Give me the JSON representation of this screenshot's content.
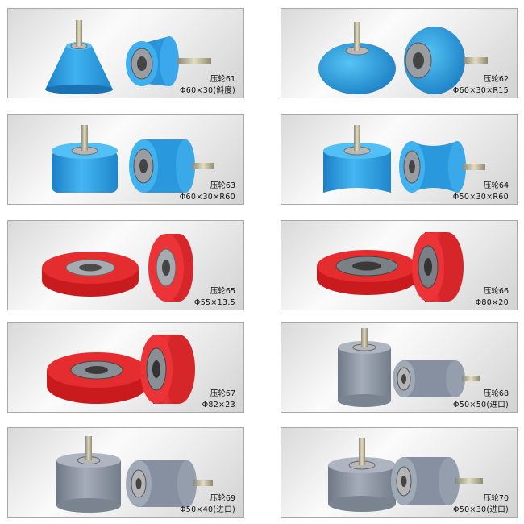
{
  "colors": {
    "blue": "#2f9fe0",
    "red": "#e02426",
    "gray": "#8c95a3",
    "steel": "#9fa4a8"
  },
  "products": [
    {
      "name": "压轮61",
      "spec": "Φ60×30(斜度)",
      "color": "blue",
      "shape": "tapered",
      "icon": "tapered-roller-icon"
    },
    {
      "name": "压轮62",
      "spec": "Φ60×30×R15",
      "color": "blue",
      "shape": "rounded",
      "icon": "rounded-roller-icon"
    },
    {
      "name": "压轮63",
      "spec": "Φ60×30×R60",
      "color": "blue",
      "shape": "flat",
      "icon": "flat-roller-icon"
    },
    {
      "name": "压轮64",
      "spec": "Φ50×30×R60",
      "color": "blue",
      "shape": "concave",
      "icon": "concave-roller-icon"
    },
    {
      "name": "压轮65",
      "spec": "Φ55×13.5",
      "color": "red",
      "shape": "disc",
      "icon": "disc-wheel-icon"
    },
    {
      "name": "压轮66",
      "spec": "Φ80×20",
      "color": "red",
      "shape": "disc",
      "icon": "disc-wheel-icon"
    },
    {
      "name": "压轮67",
      "spec": "Φ82×23",
      "color": "red",
      "shape": "disc",
      "icon": "disc-wheel-icon"
    },
    {
      "name": "压轮68",
      "spec": "Φ50×50(进口)",
      "color": "gray",
      "shape": "cylinder",
      "icon": "cylinder-roller-icon"
    },
    {
      "name": "压轮69",
      "spec": "Φ50×40(进口)",
      "color": "gray",
      "shape": "cylinder",
      "icon": "cylinder-roller-icon"
    },
    {
      "name": "压轮70",
      "spec": "Φ50×30(进口)",
      "color": "gray",
      "shape": "cylinder",
      "icon": "cylinder-roller-icon"
    }
  ]
}
